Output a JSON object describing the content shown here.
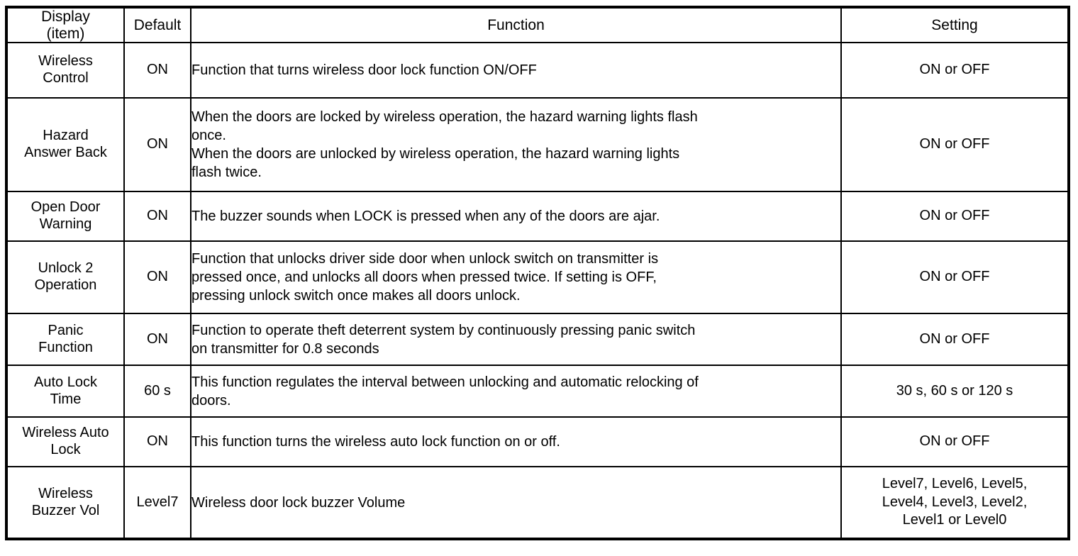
{
  "table": {
    "headers": {
      "display": "Display\n(item)",
      "display_line1": "Display",
      "display_line2": "(item)",
      "default": "Default",
      "function": "Function",
      "setting": "Setting"
    },
    "rows": [
      {
        "display_line1": "Wireless",
        "display_line2": "Control",
        "default": "ON",
        "function_lines": [
          "Function that turns wireless door lock function ON/OFF"
        ],
        "setting_lines": [
          "ON or OFF"
        ]
      },
      {
        "display_line1": "Hazard",
        "display_line2": "Answer Back",
        "default": "ON",
        "function_lines": [
          "When the doors are locked by wireless operation, the hazard warning lights flash",
          "once.",
          "When the doors are unlocked by wireless operation, the hazard warning lights",
          "flash twice."
        ],
        "setting_lines": [
          "ON or OFF"
        ]
      },
      {
        "display_line1": "Open Door",
        "display_line2": "Warning",
        "default": "ON",
        "function_lines": [
          "The buzzer sounds when LOCK is pressed when any of the doors are ajar."
        ],
        "setting_lines": [
          "ON or OFF"
        ]
      },
      {
        "display_line1": "Unlock 2",
        "display_line2": "Operation",
        "default": "ON",
        "function_lines": [
          "Function that unlocks driver side door when unlock switch on transmitter is",
          "pressed once, and unlocks all doors when pressed twice. If setting is OFF,",
          "pressing unlock switch once makes all doors unlock."
        ],
        "setting_lines": [
          "ON or OFF"
        ]
      },
      {
        "display_line1": "Panic",
        "display_line2": "Function",
        "default": "ON",
        "function_lines": [
          "Function to operate theft deterrent system by continuously pressing panic switch",
          "on transmitter for 0.8 seconds"
        ],
        "setting_lines": [
          "ON or OFF"
        ]
      },
      {
        "display_line1": "Auto Lock",
        "display_line2": "Time",
        "default": "60 s",
        "function_lines": [
          "This function regulates the interval between unlocking and automatic relocking of",
          "doors."
        ],
        "setting_lines": [
          "30 s, 60 s or 120 s"
        ]
      },
      {
        "display_line1": "Wireless Auto",
        "display_line2": "Lock",
        "default": "ON",
        "function_lines": [
          "This function turns the wireless auto lock function on or off."
        ],
        "setting_lines": [
          "ON or OFF"
        ]
      },
      {
        "display_line1": "Wireless",
        "display_line2": "Buzzer Vol",
        "default": "Level7",
        "function_lines": [
          "Wireless door lock buzzer Volume"
        ],
        "setting_lines": [
          "Level7, Level6, Level5,",
          "Level4, Level3, Level2,",
          "Level1 or Level0"
        ]
      }
    ]
  },
  "colors": {
    "border": "#000000",
    "text": "#000000",
    "background": "#ffffff"
  }
}
